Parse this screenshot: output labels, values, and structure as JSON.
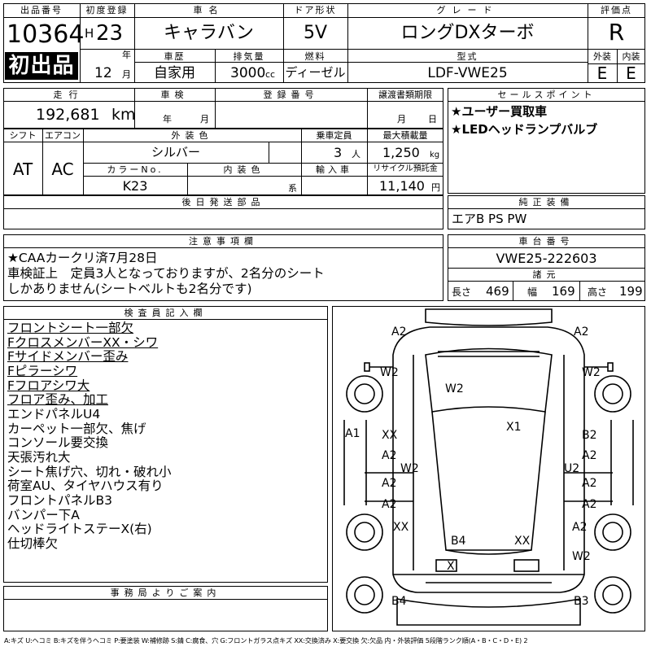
{
  "header": {
    "lot_label": "出品番号",
    "lot": "10364",
    "first_reg_label": "初度登録",
    "era": "H",
    "year": "23",
    "year_unit": "年",
    "month": "12",
    "month_unit": "月",
    "name_label": "車名",
    "name": "キャラバン",
    "door_label": "ドア形状",
    "door": "5V",
    "grade_label": "グレード",
    "grade": "ロングDXターボ",
    "score_label": "評価点",
    "score": "R",
    "first_listing": "初出品",
    "history_label": "車歴",
    "history": "自家用",
    "disp_label": "排気量",
    "disp": "3000",
    "disp_unit": "cc",
    "fuel_label": "燃料",
    "fuel": "ディーゼル",
    "model_label": "型式",
    "model": "LDF-VWE25",
    "ext_label": "外装",
    "ext": "E",
    "int_label": "内装",
    "int": "E"
  },
  "row2": {
    "mileage_label": "走行",
    "mileage": "192,681",
    "mileage_unit": "km",
    "inspection_label": "車検",
    "insp_year": "年",
    "insp_month": "月",
    "reg_label": "登録番号",
    "deadline_label": "譲渡書類期限",
    "dl_month": "月",
    "dl_day": "日",
    "sp_label": "セールスポイント",
    "sp": [
      "★ユーザー買取車",
      "★LEDヘッドランプバルブ"
    ]
  },
  "row3": {
    "shift_label": "シフト",
    "shift": "AT",
    "ac_label": "エアコン",
    "ac": "AC",
    "color_label": "外装色",
    "color": "シルバー",
    "cap_label": "乗車定員",
    "cap": "3",
    "cap_unit": "人",
    "load_label": "最大積載量",
    "load": "1,250",
    "load_unit": "kg",
    "colorno_label": "カラーNo.",
    "colorno": "K23",
    "intcolor_label": "内装色",
    "intcolor_unit": "系",
    "import_label": "輸入車",
    "recycle_label": "リサイクル預託金",
    "recycle": "11,140",
    "recycle_unit": "円"
  },
  "parts": {
    "label": "後日発送部品",
    "std_label": "純正装備",
    "std": "エアB PS PW"
  },
  "notes": {
    "label": "注意事項欄",
    "lines": [
      "★CAAカークリ済7月28日",
      "車検証上　定員3人となっておりますが、2名分のシート",
      "しかありません(シートベルトも2名分です)"
    ]
  },
  "chassis": {
    "label": "車台番号",
    "value": "VWE25-222603",
    "specs_label": "諸元",
    "len_label": "長さ",
    "len": "469",
    "wid_label": "幅",
    "wid": "169",
    "hgt_label": "高さ",
    "hgt": "199"
  },
  "inspector": {
    "label": "検査員記入欄",
    "lines": [
      "フロントシート一部欠",
      "FクロスメンバーXX・シワ",
      "Fサイドメンバー歪み",
      "Fピラーシワ",
      "Fフロアシワ大",
      "フロア歪み、加工",
      "エンドパネルU4",
      "カーペット一部欠、焦げ",
      "コンソール要交換",
      "天張汚れ大",
      "シート焦げ穴、切れ・破れ小",
      "荷室AU、タイヤハウス有り",
      "フロントパネルB3",
      "バンパー下A",
      "ヘッドライトステーX(右)",
      "仕切棒欠"
    ]
  },
  "office": {
    "label": "事務局よりご案内"
  },
  "diagram_labels": [
    "A2",
    "A2",
    "W2",
    "W2",
    "W2",
    "A1",
    "XX",
    "A2",
    "W2",
    "A2",
    "A2",
    "XX",
    "X1",
    "B2",
    "A2",
    "U2",
    "A2",
    "A2",
    "A2",
    "W2",
    "XX",
    "B4",
    "XX",
    "X",
    "B4",
    "B3"
  ],
  "legend": "A:キズ U:ヘコミ B:キズを伴うヘコミ P:要塗装 W:補修跡 S:錆 C:腐食、穴 G:フロントガラス点キズ XX:交換済み X:要交換 欠:欠品 内・外装評価 5段階ランク順(A・B・C・D・E) 2"
}
